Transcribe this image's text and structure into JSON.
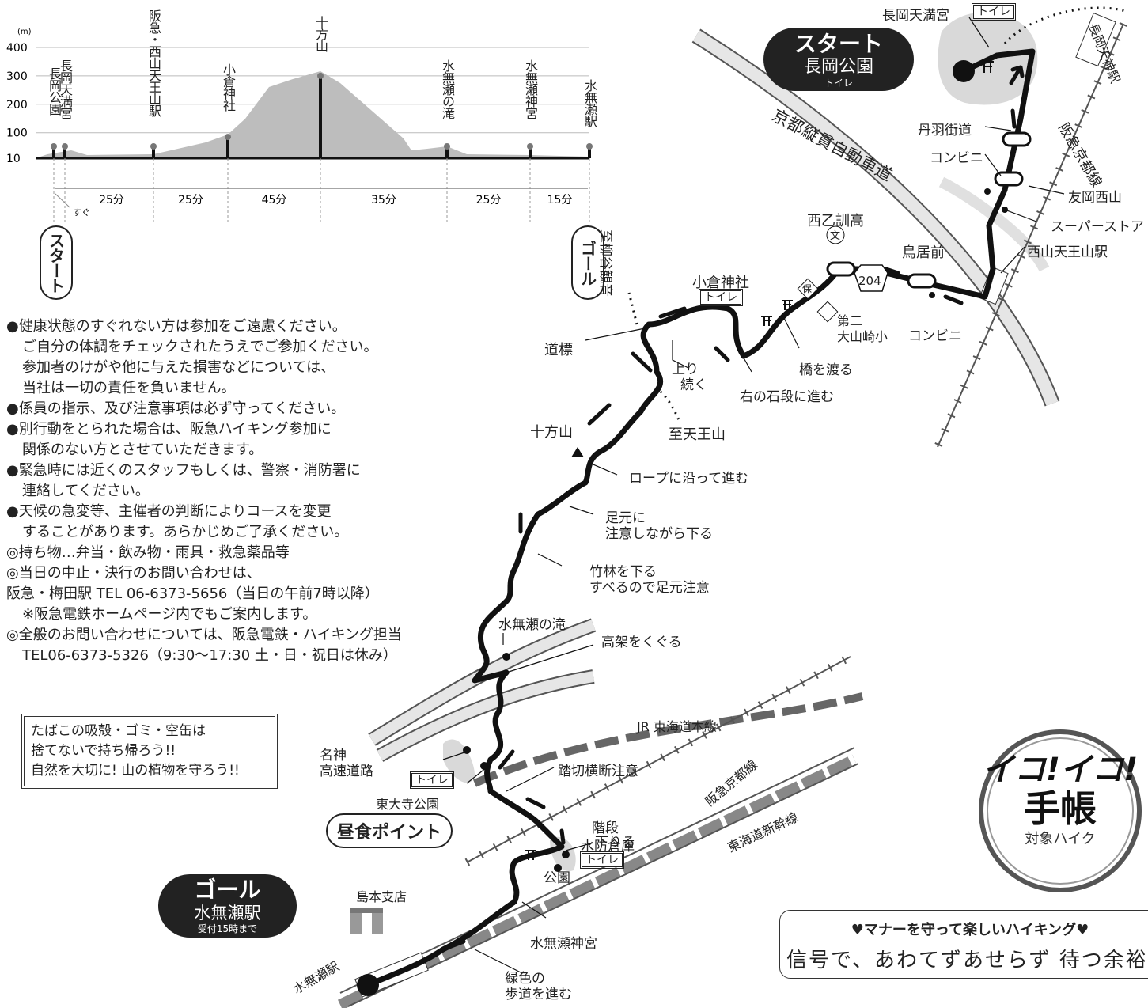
{
  "profile": {
    "unit": "(m)",
    "y_ticks": [
      "400",
      "300",
      "200",
      "100",
      "10"
    ],
    "points": [
      "長岡公園",
      "長岡天満宮",
      "阪急・西山天王山駅",
      "小倉神社",
      "十方山",
      "水無瀬の滝",
      "水無瀬神宮",
      "水無瀬駅"
    ],
    "segments": [
      "25分",
      "25分",
      "45分",
      "35分",
      "25分",
      "15分"
    ],
    "sugu": "すぐ",
    "start": "スタート",
    "goal": "ゴール"
  },
  "chart_data": {
    "type": "area",
    "title": "",
    "ylabel": "(m)",
    "ylim": [
      10,
      400
    ],
    "x": [
      "長岡公園",
      "長岡天満宮",
      "阪急・西山天王山駅",
      "小倉神社",
      "十方山",
      "水無瀬の滝",
      "水無瀬神宮",
      "水無瀬駅"
    ],
    "values": [
      10,
      25,
      10,
      85,
      300,
      30,
      15,
      10
    ]
  },
  "notes": {
    "lines": [
      "●健康状態のすぐれない方は参加をご遠慮ください。",
      "ご自分の体調をチェックされたうえでご参加ください。",
      "参加者のけがや他に与えた損害などについては、",
      "当社は一切の責任を負いません。",
      "●係員の指示、及び注意事項は必ず守ってください。",
      "●別行動をとられた場合は、阪急ハイキング参加に",
      "関係のない方とさせていただきます。",
      "●緊急時には近くのスタッフもしくは、警察・消防署に",
      "連絡してください。",
      "●天候の急変等、主催者の判断によりコースを変更",
      "することがあります。あらかじめご了承ください。",
      "◎持ち物…弁当・飲み物・雨具・救急薬品等",
      "◎当日の中止・決行のお問い合わせは、",
      "阪急・梅田駅 TEL 06-6373-5656（当日の午前7時以降）",
      "※阪急電鉄ホームページ内でもご案内します。",
      "◎全般のお問い合わせについては、阪急電鉄・ハイキング担当",
      "TEL06-6373-5326（9:30〜17:30 土・日・祝日は休み）"
    ]
  },
  "rules": [
    "たばこの吸殻・ゴミ・空缶は",
    "捨てないで持ち帰ろう!!",
    "自然を大切に! 山の植物を守ろう!!"
  ],
  "start_badge": {
    "title": "スタート",
    "place": "長岡公園",
    "sub": "トイレ"
  },
  "goal_badge": {
    "title": "ゴール",
    "place": "水無瀬駅",
    "sub": "受付15時まで"
  },
  "lunch": "昼食ポイント",
  "logo": {
    "line1": "イコ!イコ!",
    "line2": "手帳",
    "line3": "対象ハイク"
  },
  "manner": {
    "title": "♥マナーを守って楽しいハイキング♥",
    "slogan": "信号で、あわてずあせらず 待つ余裕"
  },
  "map_labels": {
    "nagaoka_tenmangu": "長岡天満宮",
    "toilet": "トイレ",
    "nagaoka_tenjin_sta": "長岡天神駅",
    "hankyu_kyoto_line": "阪急京都線",
    "keiji_bypass": "京都縦貫自動車道",
    "tanba_kaido": "丹羽街道",
    "konbini": "コンビニ",
    "tomooka_nishiyama": "友岡西山",
    "supermarket": "スーパーストア",
    "nishiyama_tennozan_sta": "西山天王山駅",
    "nishi_otokuni_hs": "西乙訓高",
    "bun": "文",
    "ho": "保",
    "torii_mae": "鳥居前",
    "route204": "204",
    "daini_oyamazaki": "第二",
    "oyamazaki_es": "大山崎小",
    "ogura_shrine": "小倉神社",
    "to_yanagidani": "至柳谷観音",
    "doohyo": "道標",
    "nobori": "上り",
    "tsuzuku": "続く",
    "migi_ishidan": "右の石段に進む",
    "hashi": "橋を渡る",
    "jippozan": "十方山",
    "to_tennozan": "至天王山",
    "rope": "ロープに沿って進む",
    "ashimoto": "足元に",
    "ashimoto2": "注意しながら下る",
    "chikurin": "竹林を下る",
    "chikurin2": "すべるので足元注意",
    "minase_falls": "水無瀬の滝",
    "koka": "高架をくぐる",
    "meishin": "名神",
    "meishin2": "高速道路",
    "jr_line": "JR 東海道本線",
    "fumikiri": "踏切横断注意",
    "higashi_daiji": "東大寺公園",
    "kaidan": "階段",
    "kaidan2": "下りる",
    "suibo": "水防倉庫",
    "koen": "公園",
    "hankyu_kyoto_line2": "阪急京都線",
    "shinkansen": "東海道新幹線",
    "shimamoto": "島本支店",
    "minase_shrine": "水無瀬神宮",
    "ryokushoku": "緑色の",
    "hodo": "歩道を進む",
    "minase_sta": "水無瀬駅"
  }
}
